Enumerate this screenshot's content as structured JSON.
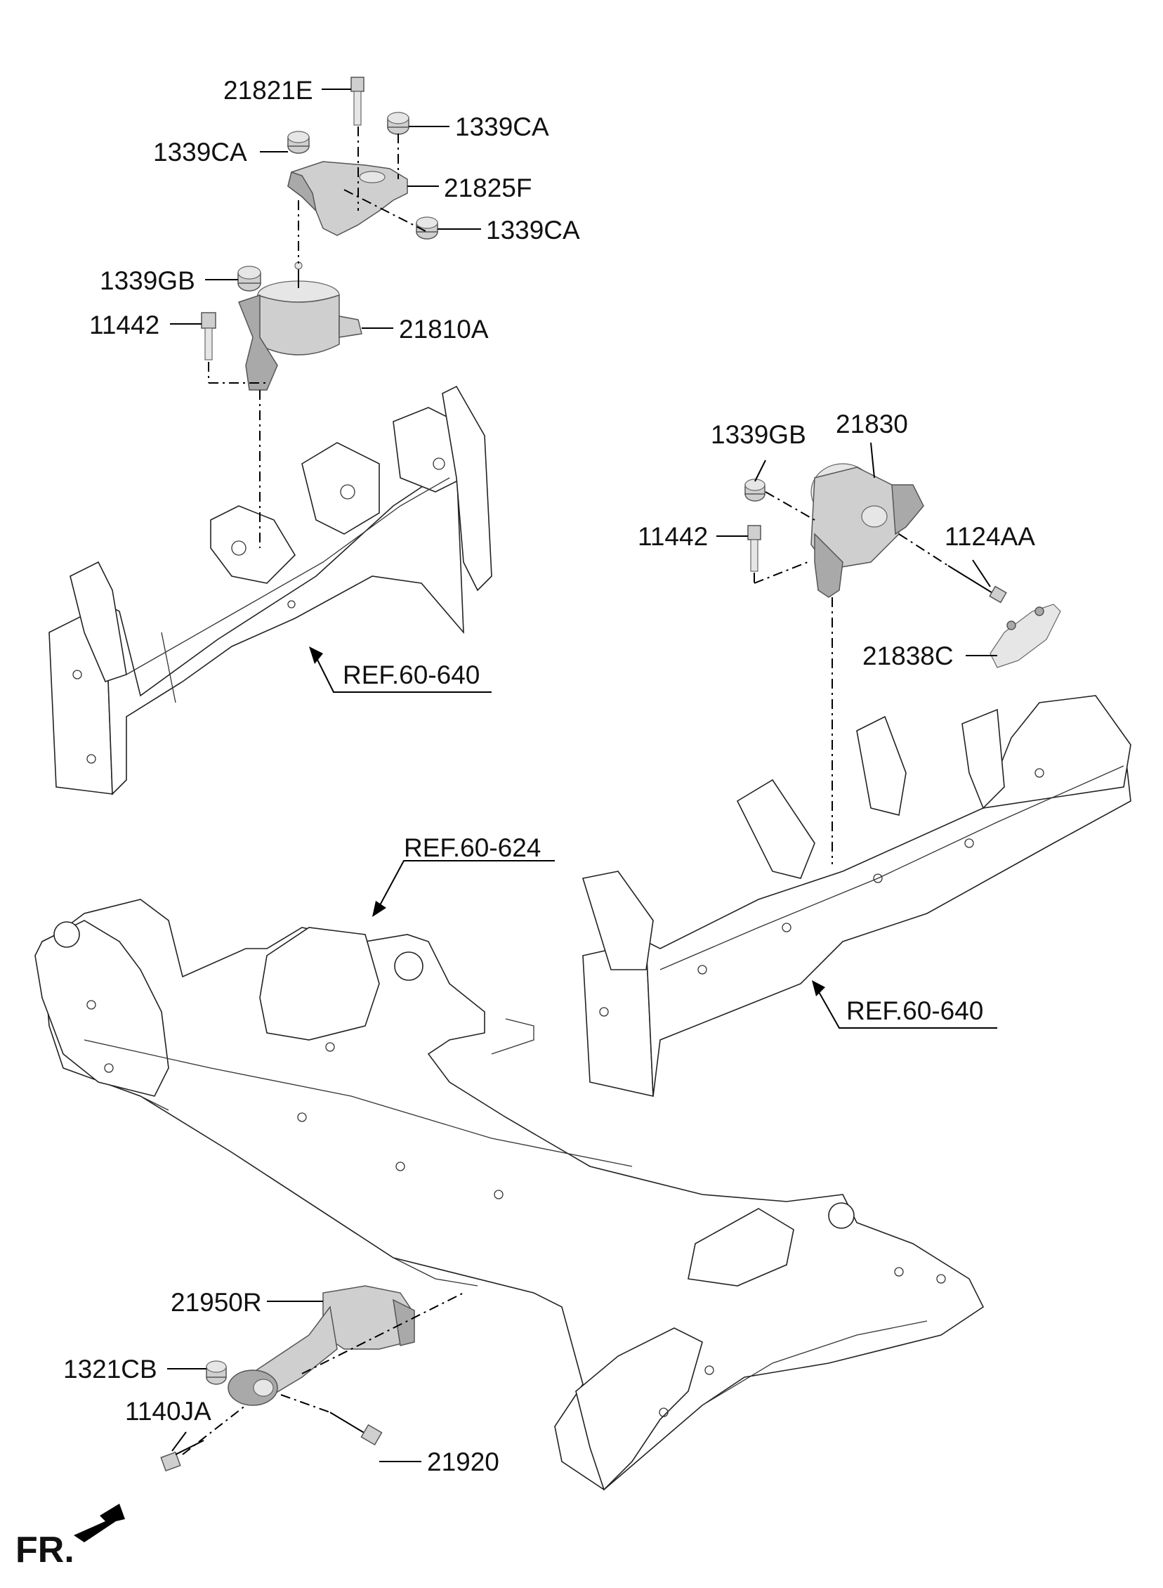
{
  "labels": {
    "l21821e": "21821E",
    "l1339ca_a": "1339CA",
    "l1339ca_b": "1339CA",
    "l21825f": "21825F",
    "l1339ca_c": "1339CA",
    "l1339gb_a": "1339GB",
    "l11442_a": "11442",
    "l21810a": "21810A",
    "lref640_a": "REF.60-640",
    "l1339gb_b": "1339GB",
    "l21830": "21830",
    "l11442_b": "11442",
    "l1124aa": "1124AA",
    "l21838c": "21838C",
    "lref624": "REF.60-624",
    "lref640_b": "REF.60-640",
    "l21950r": "21950R",
    "l1321cb": "1321CB",
    "l1140ja": "1140JA",
    "l21920": "21920",
    "fr": "FR."
  }
}
